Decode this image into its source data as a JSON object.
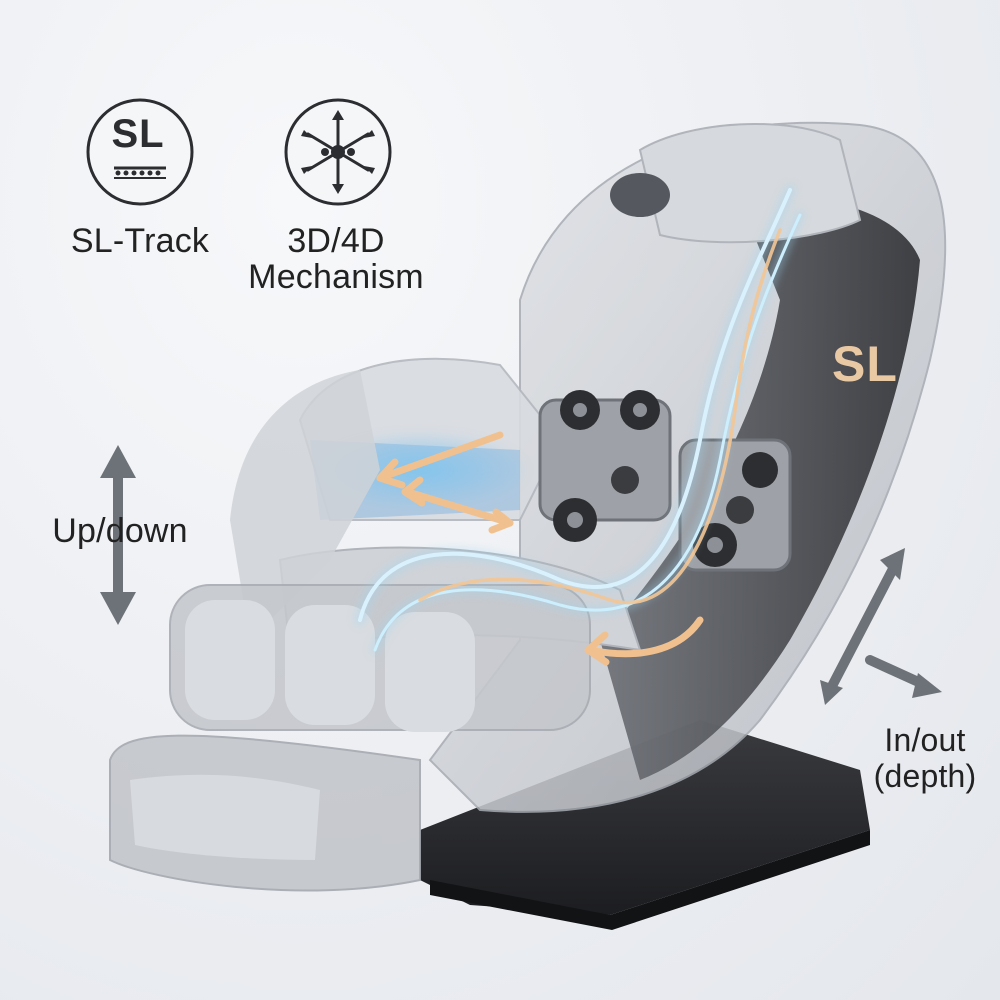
{
  "features": [
    {
      "icon": "sl-track-icon",
      "icon_text": "SL",
      "label": "SL-Track"
    },
    {
      "icon": "3d-4d-mechanism-icon",
      "label_lines": [
        "3D/4D",
        "Mechanism"
      ]
    }
  ],
  "movement_labels": {
    "up_down": "Up/down",
    "in_out_lines": [
      "In/out",
      "(depth)"
    ]
  },
  "backrest_badge": "SL",
  "colors": {
    "background": "#eceef2",
    "chair_shell": "#c9ccd1",
    "chair_base": "#2a2b2e",
    "track_blue": "#9fd7f2",
    "track_orange": "#f2c596",
    "arrow_gray": "#6d7178"
  }
}
